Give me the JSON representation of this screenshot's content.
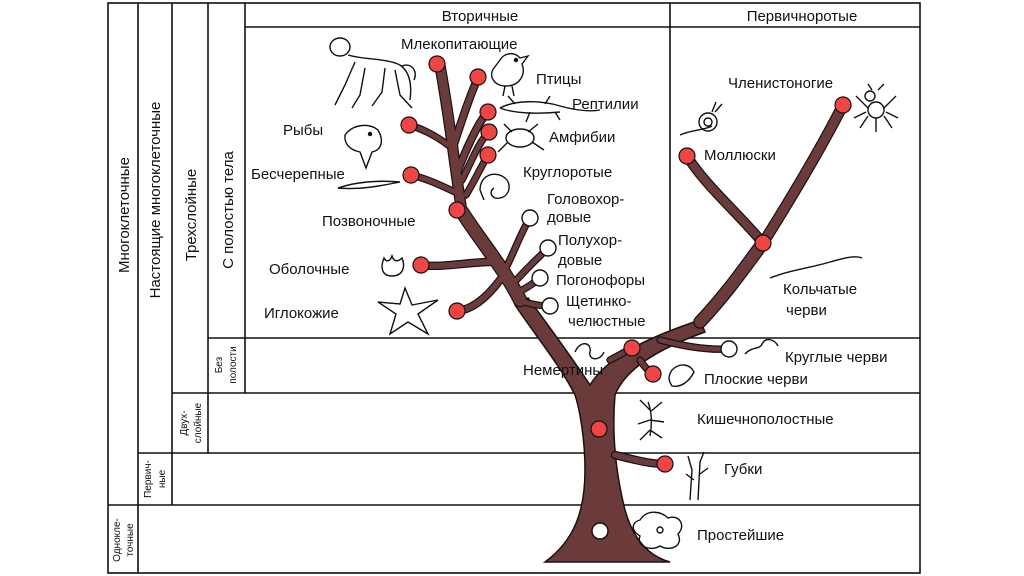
{
  "headers": {
    "secondary": "Вторичные",
    "primary": "Первичноротые"
  },
  "side_labels": {
    "multicellular": "Многоклеточные",
    "true_multicellular": "Настоящие многоклеточные",
    "three_layer": "Трехслойные",
    "body_cavity": "С полостью тела",
    "without_cavity_1": "Без",
    "without_cavity_2": "полости",
    "two_layer_1": "Двух-",
    "two_layer_2": "слойные",
    "primitive_1": "Первич-",
    "primitive_2": "ные",
    "unicellular_1": "Однокле-",
    "unicellular_2": "точные"
  },
  "groups": {
    "mammals": "Млекопитающие",
    "birds": "Птицы",
    "reptiles": "Рептилии",
    "amphibians": "Амфибии",
    "fishes": "Рыбы",
    "cyclostomes": "Круглоротые",
    "acrania": "Бесчерепные",
    "vertebrates": "Позвоночные",
    "hemichordates_1": "Головохор-",
    "hemichordates_2": "довые",
    "semichordates_1": "Полухор-",
    "semichordates_2": "довые",
    "tunicates": "Оболочные",
    "pogonophores": "Погонофоры",
    "chaetognaths_1": "Щетинко-",
    "chaetognaths_2": "челюстные",
    "echinoderms": "Иглокожие",
    "arthropods": "Членистоногие",
    "molluscs": "Моллюски",
    "annelids_1": "Кольчатые",
    "annelids_2": "черви",
    "roundworms": "Круглые черви",
    "nemerteans": "Немертины",
    "flatworms": "Плоские черви",
    "coelenterates": "Кишечнополостные",
    "sponges": "Губки",
    "protozoa": "Простейшие"
  },
  "colors": {
    "trunk": "#6b3b3b",
    "node_red": "#f04545",
    "node_white": "#ffffff",
    "lines": "#111111"
  }
}
